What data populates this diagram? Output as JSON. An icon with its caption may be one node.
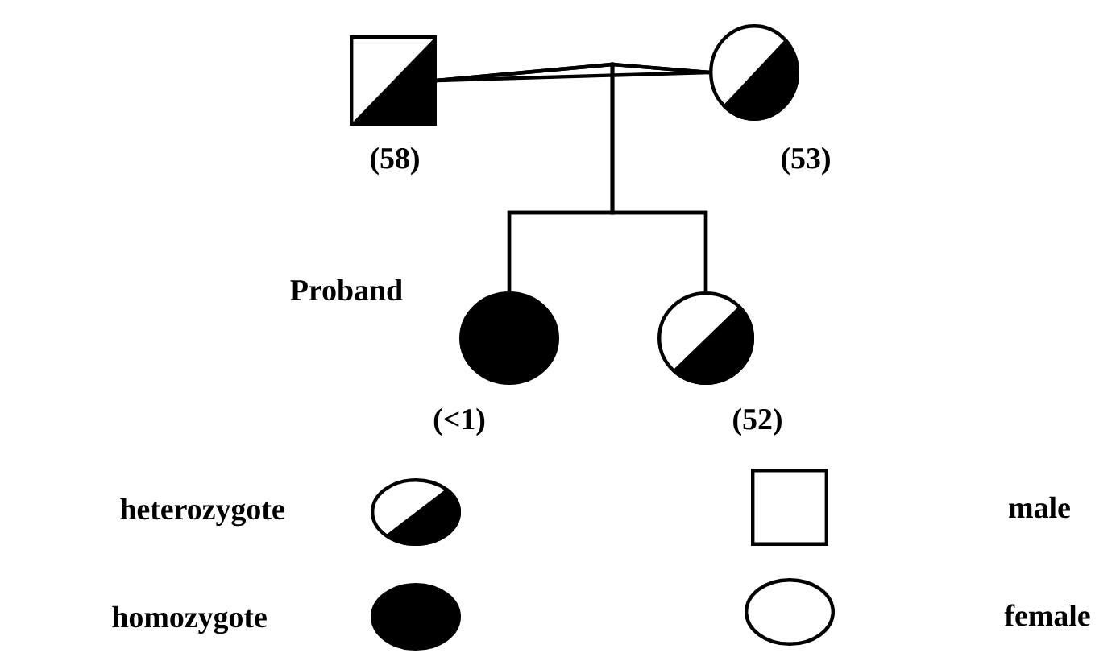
{
  "diagram": {
    "nodes": [
      {
        "text": [],
        "shape": "box",
        "beside": [
          "(58)"
        ]
      },
      {
        "text": [],
        "shape": "circle",
        "beside": [
          "(53)"
        ]
      },
      {
        "text": [],
        "shape": "circle",
        "beside": [
          "Proband",
          "(<1)"
        ]
      },
      {
        "text": [],
        "shape": "circle",
        "beside": [
          "(52)"
        ]
      }
    ],
    "edges": [
      {
        "from": 0,
        "to": 1,
        "arrow": "none"
      },
      {
        "from": 0,
        "to": 2,
        "arrow": "none"
      },
      {
        "from": 0,
        "to": 3,
        "arrow": "none"
      },
      {
        "from": 1,
        "to": 2,
        "arrow": "none"
      },
      {
        "from": 1,
        "to": 3,
        "arrow": "none"
      }
    ],
    "legend": [
      {
        "text": "heterozygote"
      },
      {
        "text": "homozygote"
      },
      {
        "text": "male"
      },
      {
        "text": "female"
      }
    ]
  }
}
